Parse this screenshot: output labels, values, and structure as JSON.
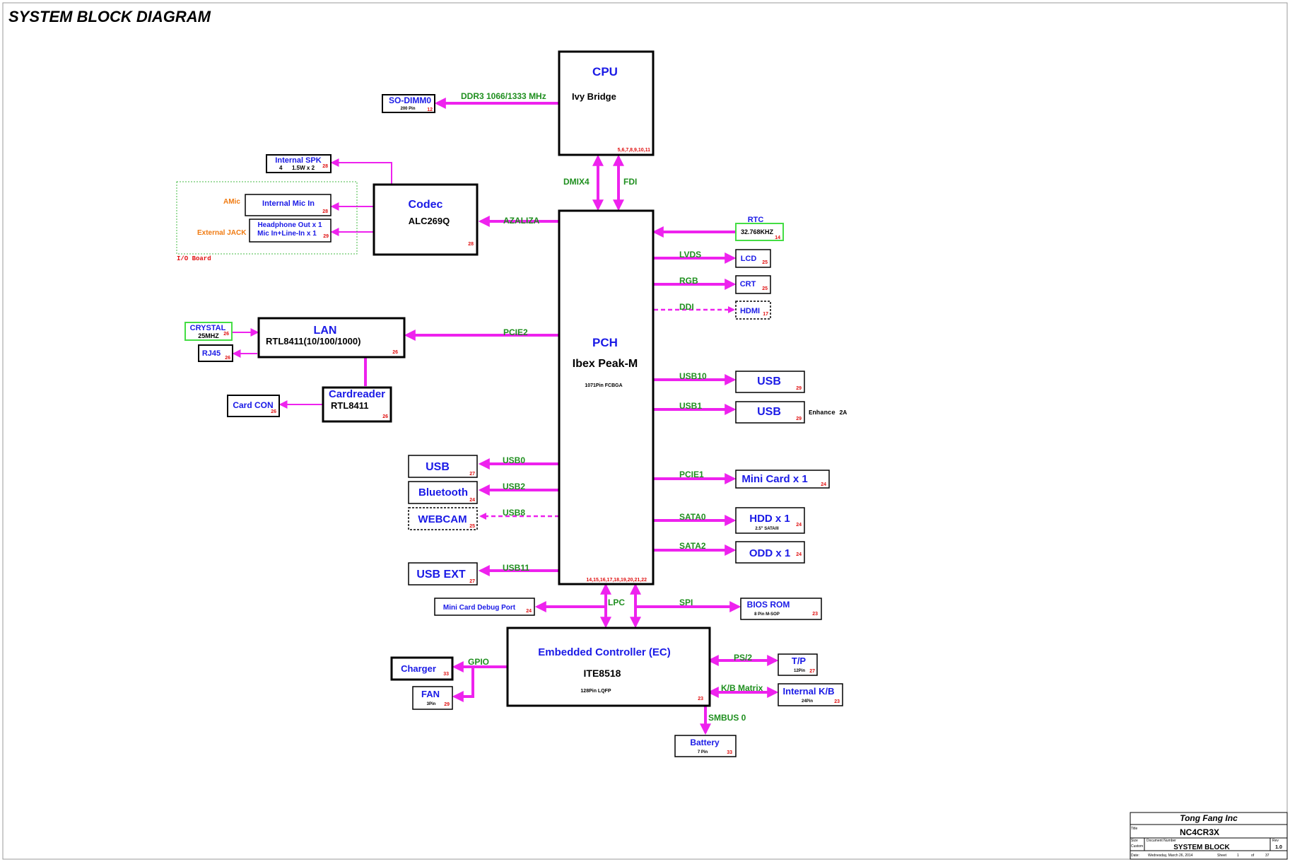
{
  "title": "SYSTEM BLOCK DIAGRAM",
  "blocks": {
    "cpu": {
      "name": "CPU",
      "sub": "Ivy Bridge",
      "pages": "5,6,7,8,9,10,11"
    },
    "sodimm": {
      "name": "SO-DIMM0",
      "sub": "200 Pin",
      "page": "12"
    },
    "pch": {
      "name": "PCH",
      "sub": "Ibex Peak-M",
      "pkg": "1071Pin FCBGA",
      "pages": "14,15,16,17,18,19,20,21,22"
    },
    "codec": {
      "name": "Codec",
      "sub": "ALC269Q",
      "page": "28"
    },
    "internal_spk": {
      "name": "Internal SPK",
      "sub1": "4",
      "sub2": "1.5W x 2",
      "page": "28"
    },
    "internal_mic": {
      "name": "Internal Mic In",
      "page": "28"
    },
    "headphone": {
      "line1": "Headphone Out x 1",
      "line2": "Mic In+Line-In x 1",
      "page": "29"
    },
    "io_board": {
      "amic": "AMic",
      "jack": "External JACK",
      "label": "I/O Board"
    },
    "lan": {
      "name": "LAN",
      "sub": "RTL8411(10/100/1000)",
      "page": "26"
    },
    "crystal": {
      "name": "CRYSTAL",
      "sub": "25MHZ",
      "page": "26"
    },
    "rj45": {
      "name": "RJ45",
      "page": "26"
    },
    "cardreader": {
      "name": "Cardreader",
      "sub": "RTL8411",
      "page": "26"
    },
    "cardcon": {
      "name": "Card CON",
      "page": "26"
    },
    "usb_left": {
      "name": "USB",
      "page": "27"
    },
    "bluetooth": {
      "name": "Bluetooth",
      "page": "24"
    },
    "webcam": {
      "name": "WEBCAM",
      "page": "25"
    },
    "usbext": {
      "name": "USB EXT",
      "page": "27"
    },
    "rtc": {
      "name": "RTC",
      "sub": "32.768KHZ",
      "page": "14"
    },
    "lcd": {
      "name": "LCD",
      "page": "25"
    },
    "crt": {
      "name": "CRT",
      "page": "25"
    },
    "hdmi": {
      "name": "HDMI",
      "page": "17"
    },
    "usb_r1": {
      "name": "USB",
      "page": "29"
    },
    "usb_r2": {
      "name": "USB",
      "page": "29",
      "note": "Enhance 2A"
    },
    "minicard": {
      "name": "Mini Card x 1",
      "page": "24"
    },
    "hdd": {
      "name": "HDD x 1",
      "sub": "2.5\" SATA/II",
      "page": "24"
    },
    "odd": {
      "name": "ODD x 1",
      "page": "24"
    },
    "debug": {
      "name": "Mini Card Debug Port",
      "page": "24"
    },
    "biosrom": {
      "name": "BIOS ROM",
      "sub": "8 Pin M-SOP",
      "page": "23"
    },
    "ec": {
      "name": "Embedded Controller (EC)",
      "sub": "ITE8518",
      "pkg": "128Pin LQFP",
      "page": "23"
    },
    "charger": {
      "name": "Charger",
      "page": "33"
    },
    "fan": {
      "name": "FAN",
      "sub": "3Pin",
      "page": "29"
    },
    "tp": {
      "name": "T/P",
      "sub": "12Pin",
      "page": "27"
    },
    "kb": {
      "name": "Internal K/B",
      "sub": "24Pin",
      "page": "23"
    },
    "battery": {
      "name": "Battery",
      "sub": "7 Pin",
      "page": "33"
    }
  },
  "buses": {
    "ddr3": "DDR3 1066/1333 MHz",
    "dmi": "DMIX4",
    "fdi": "FDI",
    "azalia": "AZALIZA",
    "pcie2": "PCIE2",
    "lvds": "LVDS",
    "rgb": "RGB",
    "ddi": "DDI",
    "usb10": "USB10",
    "usb1": "USB1",
    "pcie1": "PCIE1",
    "sata0": "SATA0",
    "sata2": "SATA2",
    "usb0": "USB0",
    "usb2": "USB2",
    "usb8": "USB8",
    "usb11": "USB11",
    "lpc": "LPC",
    "spi": "SPI",
    "gpio": "GPIO",
    "ps2": "PS/2",
    "kbmatrix": "K/B Matrix",
    "smbus": "SMBUS 0"
  },
  "titleblock": {
    "company": "Tong Fang Inc",
    "title_lbl": "Title",
    "project": "NC4CR3X",
    "size_lbl": "Size",
    "size": "Custom",
    "docnum_lbl": "Document Number",
    "docname": "SYSTEM BLOCK",
    "rev_lbl": "Rev",
    "rev": "1.0",
    "date_lbl": "Date:",
    "date": "Wednesday, March 26, 2014",
    "sheet_lbl": "Sheet",
    "sheet_no": "1",
    "of_lbl": "of",
    "sheet_total": "37"
  }
}
